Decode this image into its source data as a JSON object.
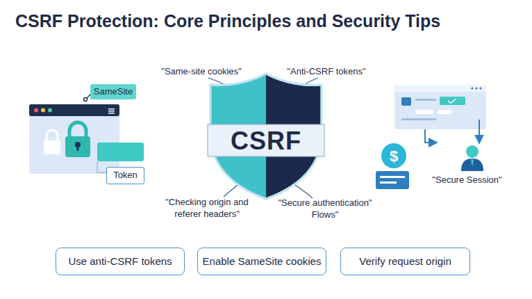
{
  "diagram": {
    "title": "CSRF Protection: Core Principles and Security Tips",
    "nodes": [
      {
        "text": [
          "SameSite"
        ]
      },
      {
        "text": [
          "Token"
        ]
      },
      {
        "text": [
          "CSRF"
        ]
      },
      {
        "text": [
          "Use anti-CSRF tokens"
        ]
      },
      {
        "text": [
          "Enable SameSite cookies"
        ]
      },
      {
        "text": [
          "Verify request origin"
        ]
      }
    ],
    "labels": [
      "\"Same-site cookies\"",
      "\"Anti-CSRF tokens\"",
      "\"Checking origin and referer headers\"",
      "\"Secure authentication\" Flows\"",
      "\"Secure Session\""
    ]
  }
}
